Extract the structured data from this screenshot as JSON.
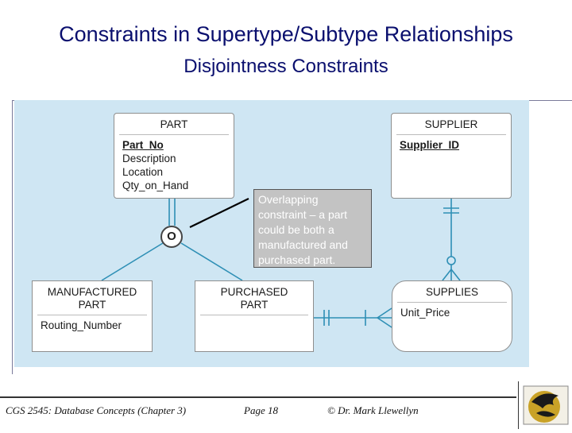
{
  "slide": {
    "title": "Constraints in Supertype/Subtype Relationships",
    "subtitle": "Disjointness Constraints"
  },
  "diagram": {
    "part": {
      "name": "PART",
      "key": "Part_No",
      "attrs": [
        "Description",
        "Location",
        "Qty_on_Hand"
      ]
    },
    "supplier": {
      "name": "SUPPLIER",
      "key": "Supplier_ID"
    },
    "manufactured": {
      "name_line1": "MANUFACTURED",
      "name_line2": "PART",
      "attr": "Routing_Number"
    },
    "purchased": {
      "name_line1": "PURCHASED",
      "name_line2": "PART"
    },
    "supplies": {
      "name": "SUPPLIES",
      "attr": "Unit_Price"
    },
    "constraint_symbol": "O",
    "callout": "Overlapping constraint – a part could be both a manufactured and purchased part."
  },
  "footer": {
    "course": "CGS 2545: Database Concepts (Chapter 3)",
    "page": "Page 18",
    "author": "© Dr. Mark Llewellyn"
  },
  "colors": {
    "title": "#0a0f6e",
    "diagram_background": "#cfe6f3",
    "connector": "#2e8fb5"
  }
}
